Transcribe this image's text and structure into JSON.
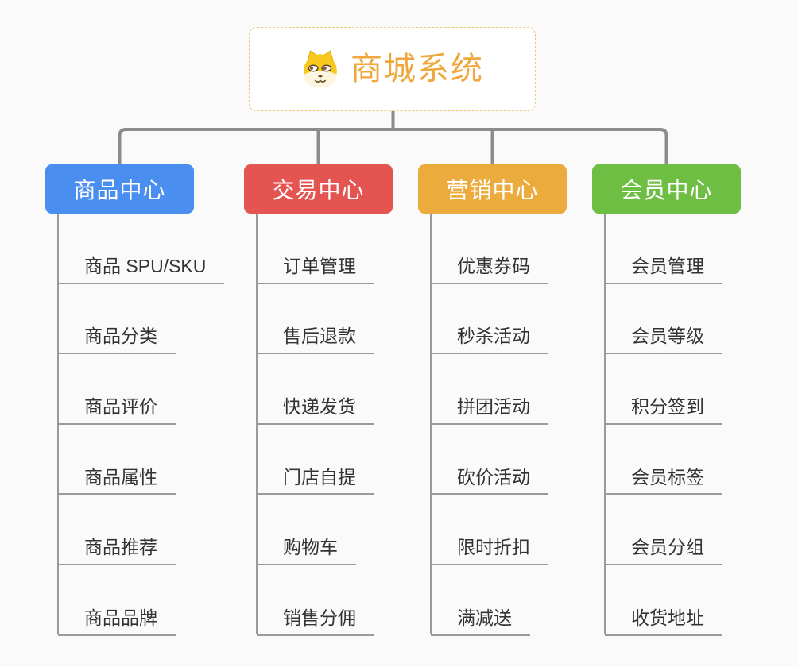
{
  "root": {
    "title": "商城系统",
    "icon": "dog-face-icon"
  },
  "branches": [
    {
      "id": "product-center",
      "label": "商品中心",
      "color": "#4a8ff0",
      "children": [
        "商品 SPU/SKU",
        "商品分类",
        "商品评价",
        "商品属性",
        "商品推荐",
        "商品品牌"
      ]
    },
    {
      "id": "trade-center",
      "label": "交易中心",
      "color": "#e45552",
      "children": [
        "订单管理",
        "售后退款",
        "快递发货",
        "门店自提",
        "购物车",
        "销售分佣"
      ]
    },
    {
      "id": "marketing-center",
      "label": "营销中心",
      "color": "#ecab3d",
      "children": [
        "优惠券码",
        "秒杀活动",
        "拼团活动",
        "砍价活动",
        "限时折扣",
        "满减送"
      ]
    },
    {
      "id": "member-center",
      "label": "会员中心",
      "color": "#6fbe44",
      "children": [
        "会员管理",
        "会员等级",
        "积分签到",
        "会员标签",
        "会员分组",
        "收货地址"
      ]
    }
  ],
  "colors": {
    "background": "#fafafa",
    "main_connector": "#8c8c8c",
    "sub_connector": "#9a9a9a",
    "leaf_text": "#333333",
    "root_border": "#f2c479",
    "root_text": "#f0a73e"
  }
}
